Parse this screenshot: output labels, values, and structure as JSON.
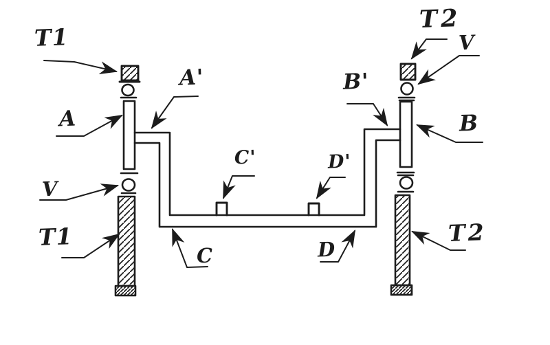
{
  "colors": {
    "ink": "#1c1c1c",
    "paper": "#ffffff"
  },
  "labels": {
    "t1_top": "T1",
    "a": "A",
    "a_prime": "A'",
    "v_left": "V",
    "t1_bottom": "T1",
    "c": "C",
    "c_prime": "C'",
    "d": "D",
    "d_prime": "D'",
    "b_prime": "B'",
    "b": "B",
    "v_right": "V",
    "t2_top": "T2",
    "t2_bottom": "T2"
  }
}
